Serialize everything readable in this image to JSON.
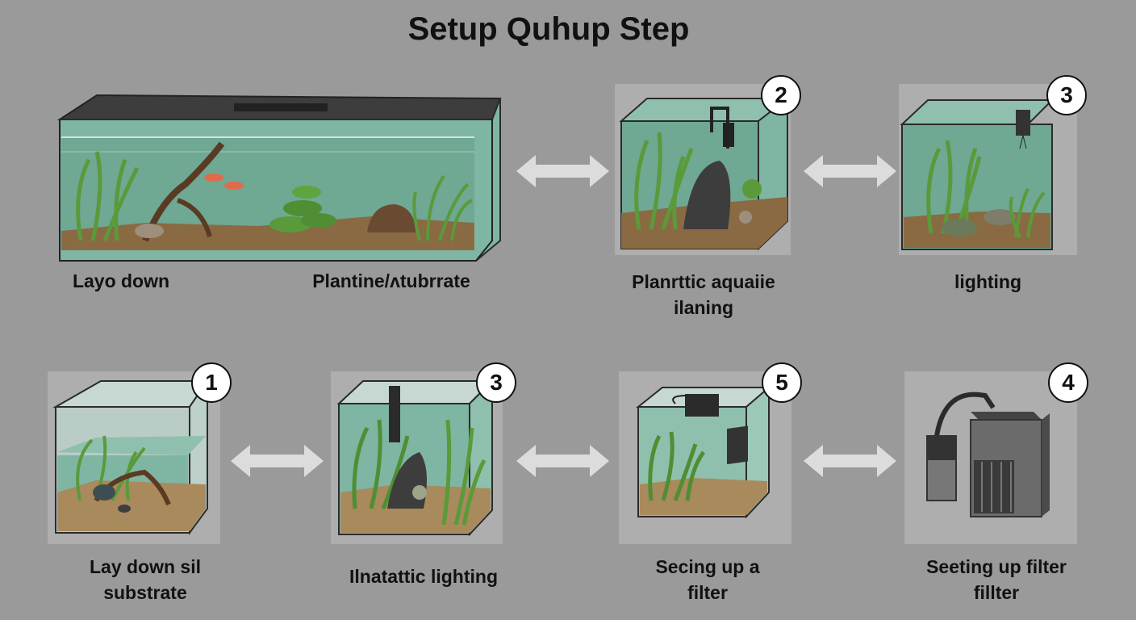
{
  "title": "Setup Quhup Step",
  "top_row": {
    "big_tank": {
      "label_left": "Layo down",
      "label_right": "Plantine/ʌtubrrate"
    },
    "panel_a": {
      "number": "2",
      "label": "Planrttic aquaiie\nilaning"
    },
    "panel_b": {
      "number": "3",
      "label": "lighting"
    }
  },
  "bottom_row": {
    "panel_1": {
      "number": "1",
      "label": "Lay down sil\nsubstrate"
    },
    "panel_2": {
      "number": "3",
      "label": "Ilnatattic lighting"
    },
    "panel_3": {
      "number": "5",
      "label": "Secing up a\nfilter"
    },
    "panel_4": {
      "number": "4",
      "label": "Seeting up filter\nfillter"
    }
  },
  "colors": {
    "background": "#9a9a9a",
    "water": "#6fa893",
    "substrate": "#8a6a42",
    "plant": "#5a9a3a",
    "arrow": "#dcdcdc"
  }
}
